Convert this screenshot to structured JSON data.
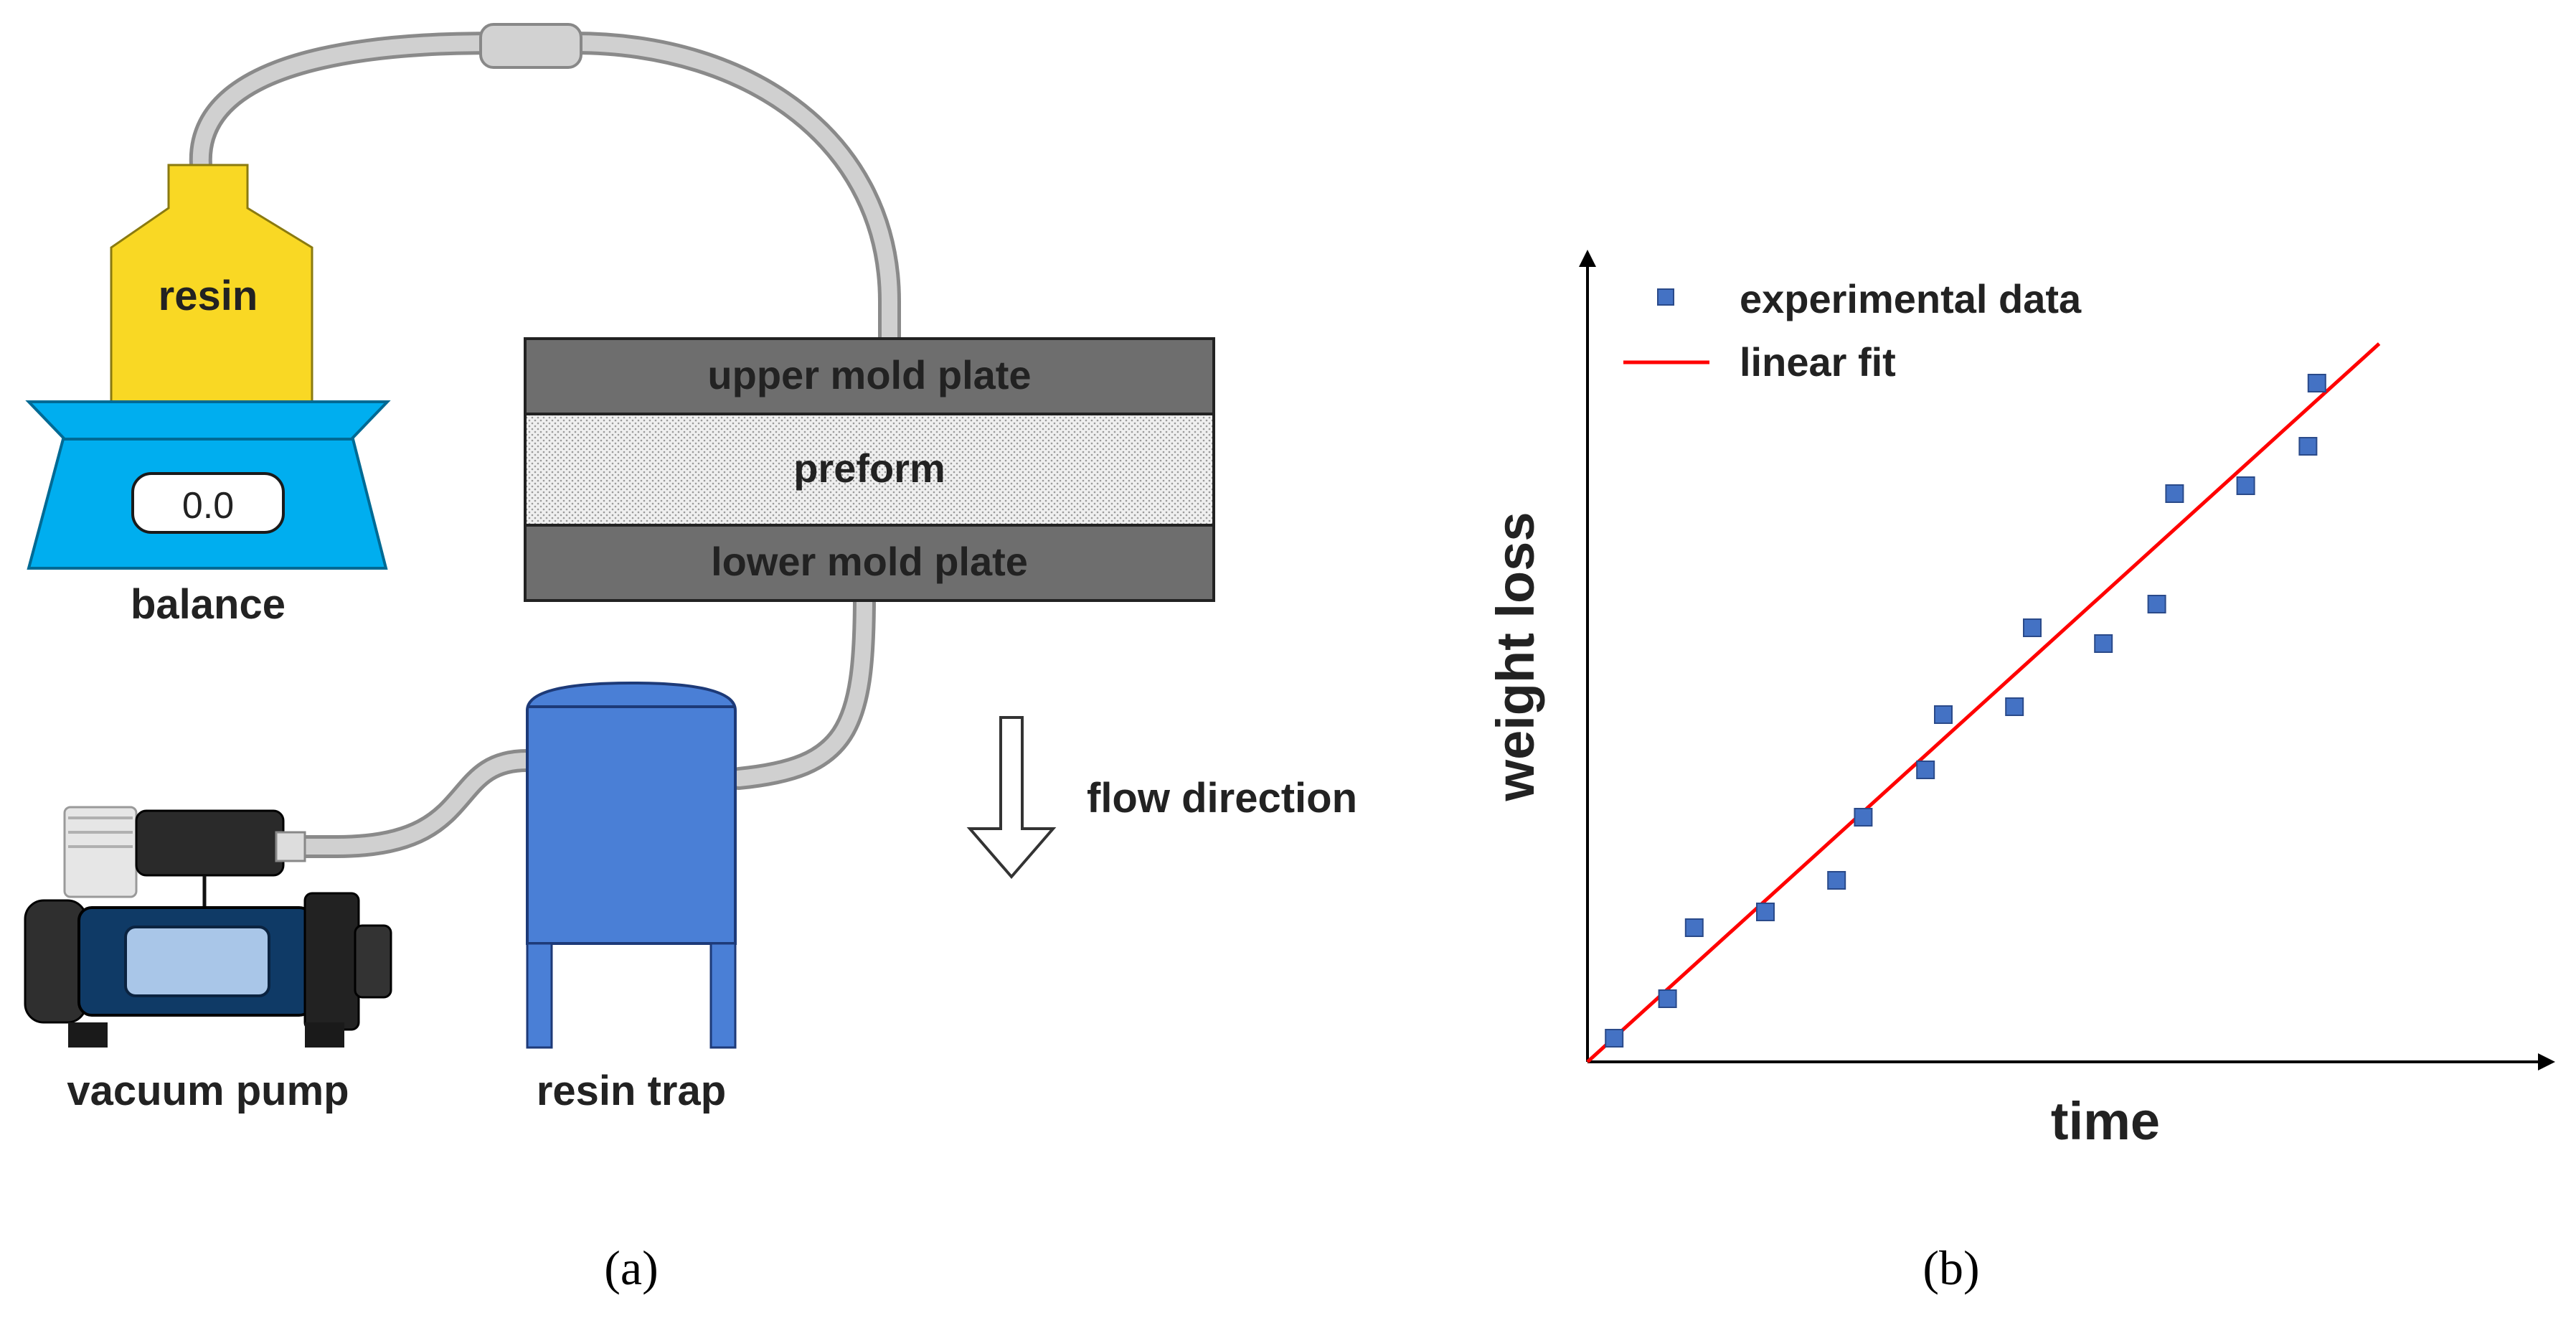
{
  "panel_a": {
    "resin_label": "resin",
    "balance_display": "0.0",
    "balance_label": "balance",
    "upper_plate_label": "upper mold plate",
    "preform_label": "preform",
    "lower_plate_label": "lower mold plate",
    "flow_label": "flow direction",
    "pump_label": "vacuum pump",
    "trap_label": "resin trap",
    "caption": "(a)",
    "colors": {
      "resin_bottle": "#f9d824",
      "balance": "#00aeef",
      "mold_plate": "#6e6e6e",
      "preform": "#e4e4e4",
      "resin_trap": "#4a7fd6",
      "tube": "#c8c8c8"
    }
  },
  "panel_b": {
    "caption": "(b)",
    "chart_data": {
      "type": "scatter",
      "xlabel": "time",
      "ylabel": "weight loss",
      "xlim": [
        0,
        100
      ],
      "ylim": [
        0,
        100
      ],
      "ticks": "none",
      "grid": false,
      "legend_position": "top-left",
      "series": [
        {
          "name": "experimental data",
          "kind": "scatter",
          "color": "#4472c4",
          "x": [
            3,
            9,
            12,
            20,
            28,
            31,
            38,
            40,
            48,
            50,
            58,
            64,
            66,
            74,
            81,
            82
          ],
          "y": [
            3,
            8,
            17,
            19,
            23,
            31,
            37,
            44,
            45,
            55,
            53,
            58,
            72,
            73,
            78,
            86
          ]
        },
        {
          "name": "linear fit",
          "kind": "line",
          "color": "#ff0000",
          "x": [
            0,
            89
          ],
          "y": [
            0,
            91
          ]
        }
      ]
    }
  }
}
